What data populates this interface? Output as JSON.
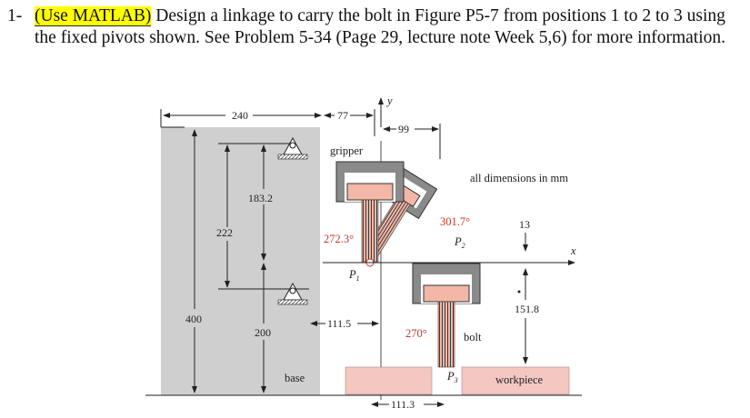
{
  "problem": {
    "number": "1-",
    "highlight": "(Use MATLAB)",
    "text": " Design a linkage to carry the bolt in Figure P5-7 from positions 1 to 2 to 3 using the fixed pivots shown. See Problem 5-34 (Page 29, lecture note Week 5,6) for more information."
  },
  "figure": {
    "dims": {
      "d240": "240",
      "d77": "77",
      "d99": "99",
      "d183": "183.2",
      "d222": "222",
      "d400": "400",
      "d200": "200",
      "d1115": "111.5",
      "d1113": "111.3",
      "d13": "13",
      "d1518": "151.8"
    },
    "axes": {
      "y": "y",
      "x": "x"
    },
    "labels": {
      "gripper": "gripper",
      "all_dims": "all dimensions in mm",
      "base": "base",
      "bolt": "bolt",
      "workpiece": "workpiece",
      "p1": "P",
      "p2": "P",
      "p3": "P",
      "sub1": "1",
      "sub2": "2",
      "sub3": "3"
    },
    "angles": {
      "a1": "272.3°",
      "a2": "301.7°",
      "a3": "270°"
    },
    "colors": {
      "base_fill": "#cfcfcf",
      "gripper_fill": "#8a8a8a",
      "bolt_fill": "#f2b7a6",
      "workpiece_fill": "#f4c7c0",
      "angle_red": "#c0392b"
    }
  }
}
